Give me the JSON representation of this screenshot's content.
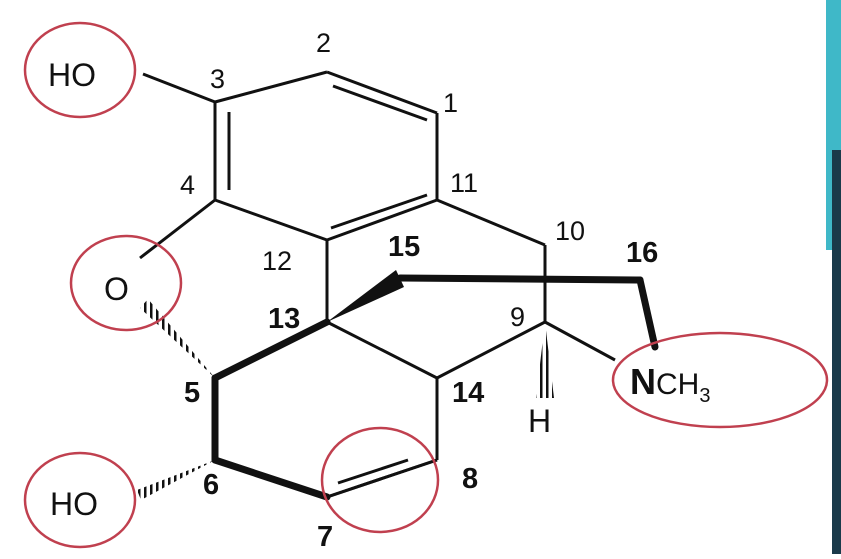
{
  "molecule": {
    "groups": {
      "ho_top": "HO",
      "oxygen": "O",
      "ho_bottom": "HO",
      "n_symbol": "N",
      "n_rest": "CH",
      "n_subscript": "3",
      "h": "H"
    },
    "numbers": {
      "n1": "1",
      "n2": "2",
      "n3": "3",
      "n4": "4",
      "n5": "5",
      "n6": "6",
      "n7": "7",
      "n8": "8",
      "n9": "9",
      "n10": "10",
      "n11": "11",
      "n12": "12",
      "n13": "13",
      "n14": "14",
      "n15": "15",
      "n16": "16"
    },
    "colors": {
      "bond": "#111111",
      "highlight_circle": "#c0404f",
      "accent_teal": "#3fb8c8",
      "accent_dark": "#1a3a4a"
    }
  }
}
